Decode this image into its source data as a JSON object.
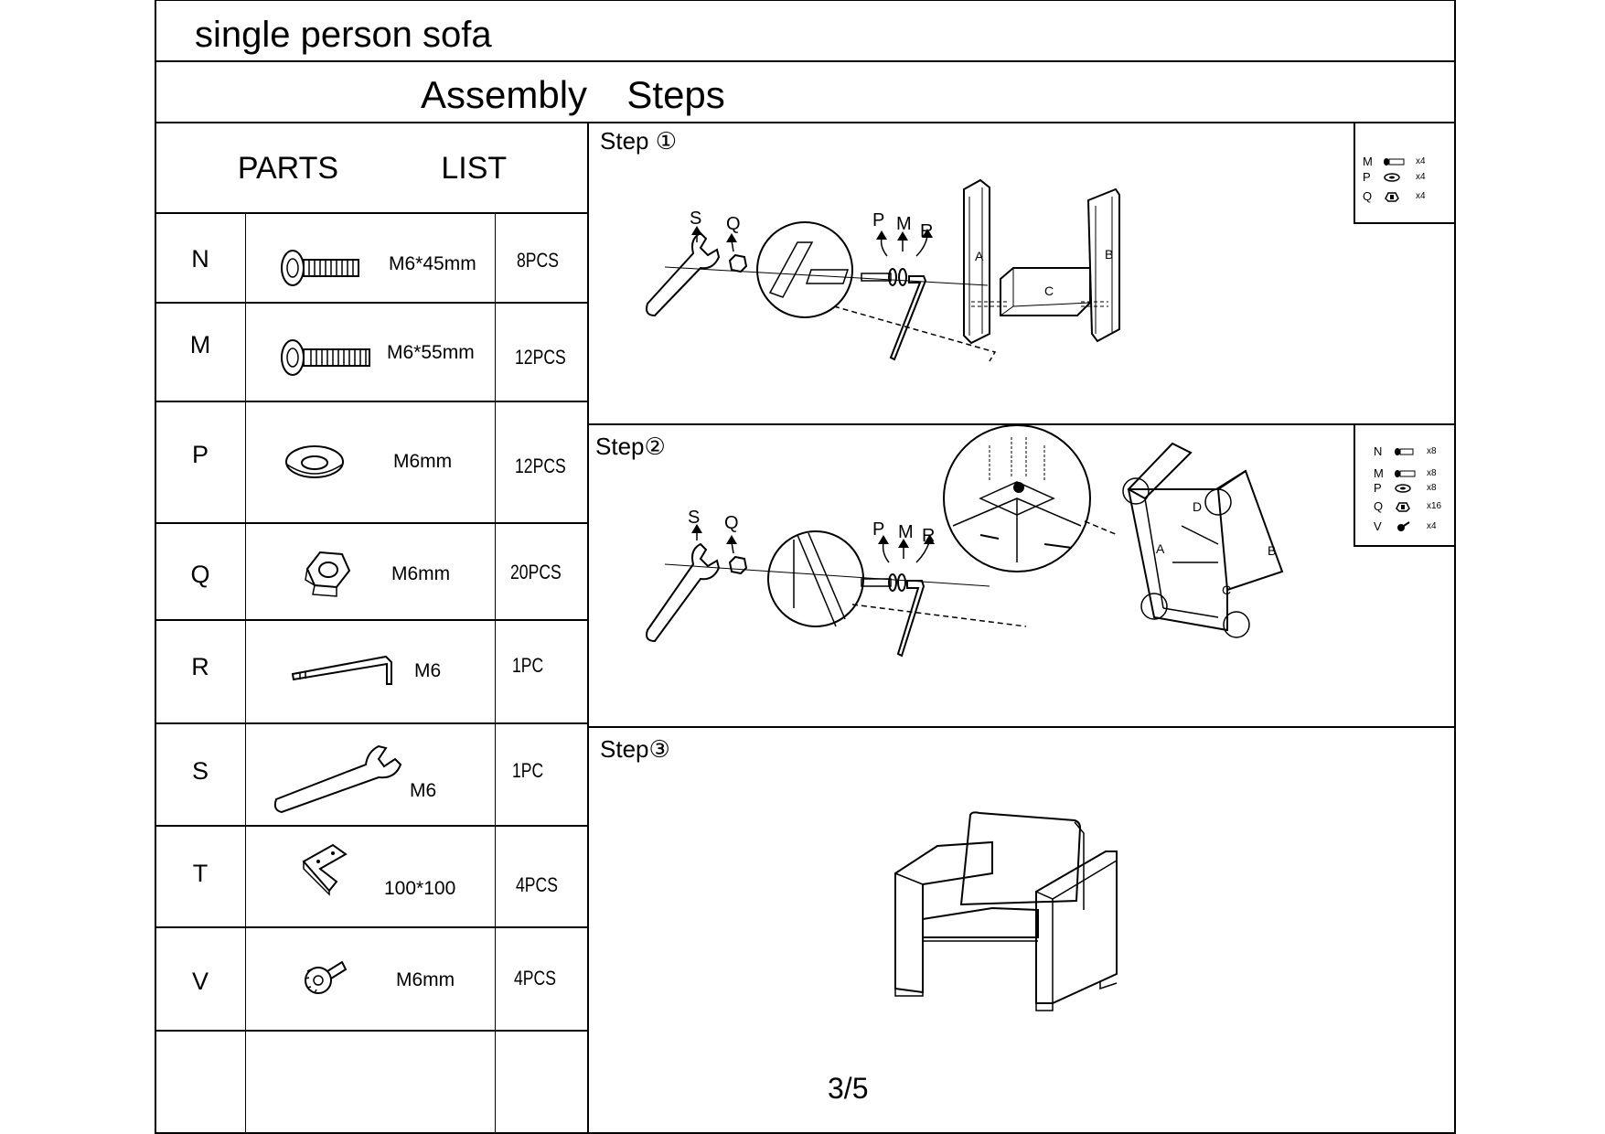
{
  "document": {
    "title": "single person sofa",
    "heading": "Assembly  Steps",
    "page_number": "3/5"
  },
  "parts_list": {
    "heading": "PARTS   LIST",
    "parts": [
      {
        "letter": "N",
        "size": "M6*45mm",
        "qty": "8PCS",
        "icon": "bolt-short-icon"
      },
      {
        "letter": "M",
        "size": "M6*55mm",
        "qty": "12PCS",
        "icon": "bolt-long-icon"
      },
      {
        "letter": "P",
        "size": "M6mm",
        "qty": "12PCS",
        "icon": "washer-icon"
      },
      {
        "letter": "Q",
        "size": "M6mm",
        "qty": "20PCS",
        "icon": "hex-nut-icon"
      },
      {
        "letter": "R",
        "size": "M6",
        "qty": "1PC",
        "icon": "allen-key-icon"
      },
      {
        "letter": "S",
        "size": "M6",
        "qty": "1PC",
        "icon": "wrench-icon"
      },
      {
        "letter": "T",
        "size": "100*100",
        "qty": "4PCS",
        "icon": "corner-bracket-icon"
      },
      {
        "letter": "V",
        "size": "M6mm",
        "qty": "4PCS",
        "icon": "thumb-screw-icon"
      }
    ]
  },
  "steps": [
    {
      "label": "Step ①",
      "callouts": [
        "S",
        "Q",
        "P",
        "M",
        "R"
      ],
      "panels": [
        "A",
        "B",
        "C"
      ],
      "hardware": [
        {
          "letter": "M",
          "qty": "x4"
        },
        {
          "letter": "P",
          "qty": "x4"
        },
        {
          "letter": "Q",
          "qty": "x4"
        }
      ]
    },
    {
      "label": "Step②",
      "callouts": [
        "S",
        "Q",
        "P",
        "M",
        "R"
      ],
      "panels": [
        "A",
        "B",
        "C",
        "D"
      ],
      "hardware": [
        {
          "letter": "N",
          "qty": "x8"
        },
        {
          "letter": "M",
          "qty": "x8"
        },
        {
          "letter": "P",
          "qty": "x8"
        },
        {
          "letter": "Q",
          "qty": "x16"
        },
        {
          "letter": "V",
          "qty": "x4"
        }
      ]
    },
    {
      "label": "Step③"
    }
  ]
}
